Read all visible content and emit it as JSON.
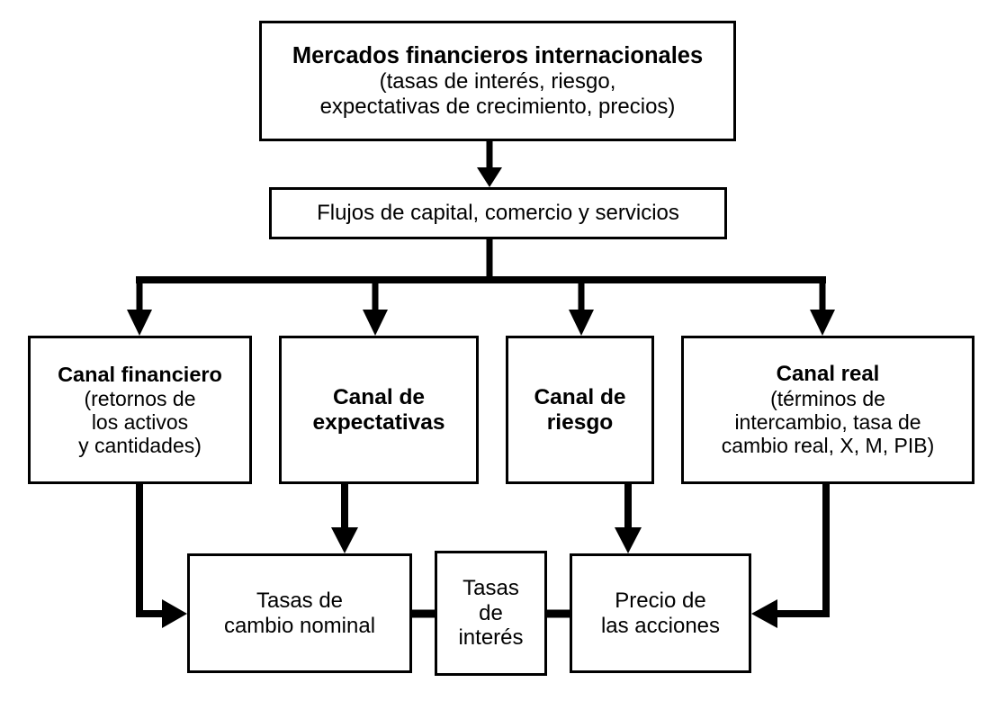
{
  "diagram": {
    "type": "flowchart",
    "language": "es",
    "background_color": "#ffffff",
    "line_color": "#000000",
    "nodes": {
      "markets": {
        "title": "Mercados financieros internacionales",
        "line2": "(tasas de interés, riesgo,",
        "line3": "expectativas de crecimiento, precios)"
      },
      "flows": {
        "title": "Flujos de capital, comercio y servicios"
      },
      "financial_channel": {
        "title": "Canal financiero",
        "line2": "(retornos de",
        "line3": "los activos",
        "line4": "y cantidades)"
      },
      "expectations_channel": {
        "title": "Canal de",
        "line2": "expectativas"
      },
      "risk_channel": {
        "title": "Canal de",
        "line2": "riesgo"
      },
      "real_channel": {
        "title": "Canal real",
        "line2": "(términos de",
        "line3": "intercambio, tasa de",
        "line4": "cambio real, X, M, PIB)"
      },
      "nominal_exchange_rates": {
        "line1": "Tasas de",
        "line2": "cambio nominal"
      },
      "interest_rates": {
        "line1": "Tasas",
        "line2": "de",
        "line3": "interés"
      },
      "stock_prices": {
        "line1": "Precio de",
        "line2": "las acciones"
      }
    },
    "edges": [
      {
        "from": "markets",
        "to": "flows",
        "style": "arrow-down"
      },
      {
        "from": "flows",
        "to": "financial_channel",
        "style": "arrow-down-branch"
      },
      {
        "from": "flows",
        "to": "expectations_channel",
        "style": "arrow-down-branch"
      },
      {
        "from": "flows",
        "to": "risk_channel",
        "style": "arrow-down-branch"
      },
      {
        "from": "flows",
        "to": "real_channel",
        "style": "arrow-down-branch"
      },
      {
        "from": "financial_channel",
        "to": "nominal_exchange_rates",
        "style": "elbow-arrow-right"
      },
      {
        "from": "expectations_channel",
        "to": "nominal_exchange_rates",
        "style": "arrow-down"
      },
      {
        "from": "risk_channel",
        "to": "stock_prices",
        "style": "arrow-down"
      },
      {
        "from": "real_channel",
        "to": "stock_prices",
        "style": "elbow-arrow-left"
      },
      {
        "from": "nominal_exchange_rates",
        "to": "interest_rates",
        "style": "plain-link"
      },
      {
        "from": "interest_rates",
        "to": "stock_prices",
        "style": "plain-link"
      }
    ]
  }
}
